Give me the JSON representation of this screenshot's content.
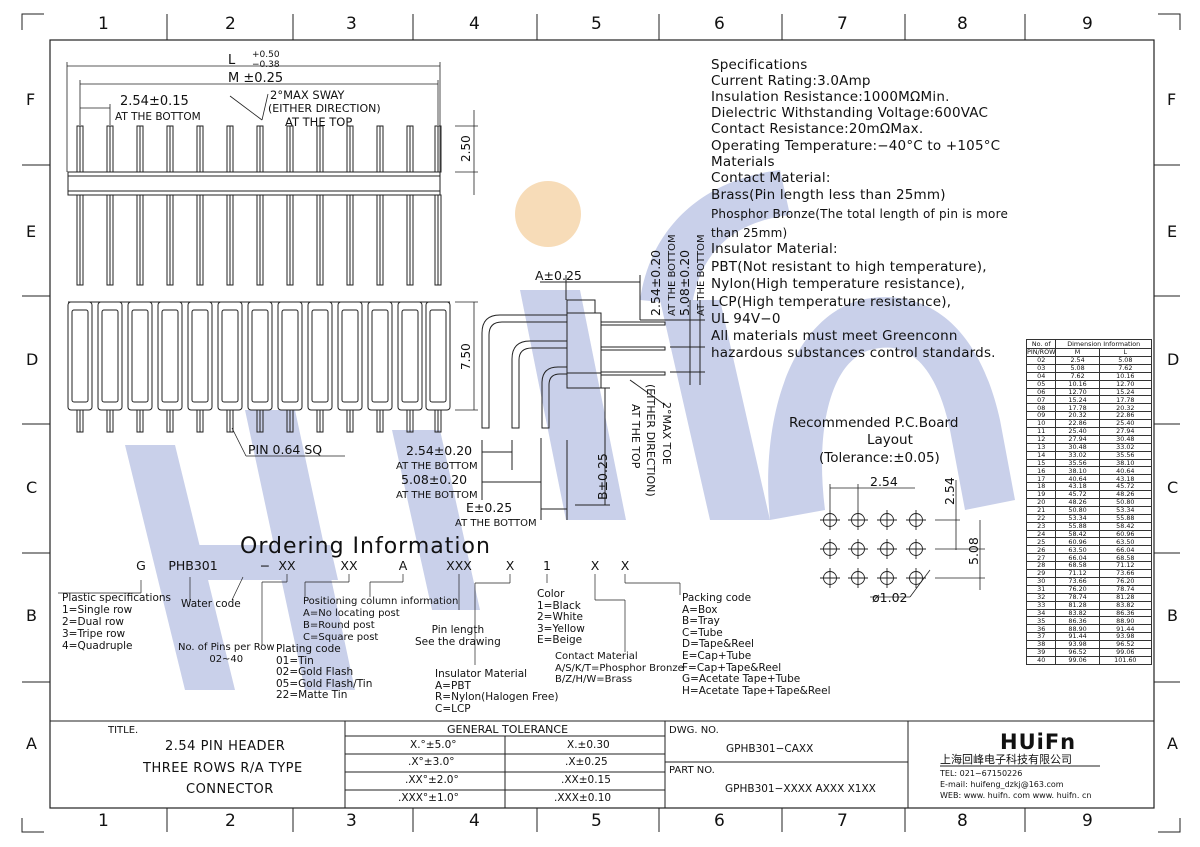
{
  "border": {
    "cols": [
      "1",
      "2",
      "3",
      "4",
      "5",
      "6",
      "7",
      "8",
      "9"
    ],
    "rows": [
      "F",
      "E",
      "D",
      "C",
      "B",
      "A"
    ]
  },
  "watermark": {
    "text": "HUiFn",
    "colors": {
      "blue": "#c9d0ea",
      "orange": "#f7dcb8"
    }
  },
  "front_view": {
    "dim_L": "L",
    "dim_L_tol_plus": "+0.50",
    "dim_L_tol_minus": "−0.38",
    "dim_M": "M ±0.25",
    "dim_pitch": "2.54±0.15",
    "pitch_note": "AT THE BOTTOM",
    "sway_1": "2°MAX  SWAY",
    "sway_2": "(EITHER DIRECTION)",
    "sway_3": "AT THE TOP",
    "dim_250": "2.50",
    "dim_750": "7.50",
    "pin_note": "PIN 0.64 SQ"
  },
  "side_view": {
    "dim_A": "A±0.25",
    "v_254": "2.54±0.20",
    "v_bottom1": "AT THE BOTTOM",
    "v_508": "5.08±0.20",
    "v_bottom2": "AT THE BOTTOM",
    "h_254": "2.54±0.20",
    "h_bottom1": "AT THE BOTTOM",
    "h_508": "5.08±0.20",
    "h_bottom2": "AT THE BOTTOM",
    "h_E": "E±0.25",
    "h_bottom3": "AT THE BOTTOM",
    "dim_B": "B±0.25",
    "toe_1": "2°MAX  TOE",
    "toe_2": "(EITHER DIRECTION)",
    "toe_3": "AT THE TOP"
  },
  "specs": [
    "Specifications",
    "Current  Rating:3.0Amp",
    "Insulation  Resistance:1000MΩMin.",
    "Dielectric  Withstanding  Voltage:600VAC",
    "Contact  Resistance:20mΩMax.",
    "Operating  Temperature:−40°C  to  +105°C",
    "Materials",
    "Contact  Material:",
    "Brass(Pin  length  less  than  25mm)",
    "Phosphor Bronze(The total length of pin is more",
    "than 25mm)",
    "Insulator  Material:",
    "PBT(Not  resistant  to  high  temperature),",
    "Nylon(High  temperature  resistance),",
    "LCP(High  temperature  resistance),",
    "UL  94V−0",
    "All  materials  must  meet  Greenconn",
    "hazardous  substances  control  standards."
  ],
  "pcb": {
    "title_1": "Recommended  P.C.Board",
    "title_2": "Layout",
    "title_3": "(Tolerance:±0.05)",
    "dim_h": "2.54",
    "dim_v1": "2.54",
    "dim_v2": "5.08",
    "dim_hole": "ø1.02"
  },
  "dim_table": {
    "head_1": "No. of",
    "head_2": "Dimension  Information",
    "head_3": "PIN/ROW",
    "head_m": "M",
    "head_l": "L",
    "rows": [
      [
        "02",
        "2.54",
        "5.08"
      ],
      [
        "03",
        "5.08",
        "7.62"
      ],
      [
        "04",
        "7.62",
        "10.16"
      ],
      [
        "05",
        "10.16",
        "12.70"
      ],
      [
        "06",
        "12.70",
        "15.24"
      ],
      [
        "07",
        "15.24",
        "17.78"
      ],
      [
        "08",
        "17.78",
        "20.32"
      ],
      [
        "09",
        "20.32",
        "22.86"
      ],
      [
        "10",
        "22.86",
        "25.40"
      ],
      [
        "11",
        "25.40",
        "27.94"
      ],
      [
        "12",
        "27.94",
        "30.48"
      ],
      [
        "13",
        "30.48",
        "33.02"
      ],
      [
        "14",
        "33.02",
        "35.56"
      ],
      [
        "15",
        "35.56",
        "38.10"
      ],
      [
        "16",
        "38.10",
        "40.64"
      ],
      [
        "17",
        "40.64",
        "43.18"
      ],
      [
        "18",
        "43.18",
        "45.72"
      ],
      [
        "19",
        "45.72",
        "48.26"
      ],
      [
        "20",
        "48.26",
        "50.80"
      ],
      [
        "21",
        "50.80",
        "53.34"
      ],
      [
        "22",
        "53.34",
        "55.88"
      ],
      [
        "23",
        "55.88",
        "58.42"
      ],
      [
        "24",
        "58.42",
        "60.96"
      ],
      [
        "25",
        "60.96",
        "63.50"
      ],
      [
        "26",
        "63.50",
        "66.04"
      ],
      [
        "27",
        "66.04",
        "68.58"
      ],
      [
        "28",
        "68.58",
        "71.12"
      ],
      [
        "29",
        "71.12",
        "73.66"
      ],
      [
        "30",
        "73.66",
        "76.20"
      ],
      [
        "31",
        "76.20",
        "78.74"
      ],
      [
        "32",
        "78.74",
        "81.28"
      ],
      [
        "33",
        "81.28",
        "83.82"
      ],
      [
        "34",
        "83.82",
        "86.36"
      ],
      [
        "35",
        "86.36",
        "88.90"
      ],
      [
        "36",
        "88.90",
        "91.44"
      ],
      [
        "37",
        "91.44",
        "93.98"
      ],
      [
        "38",
        "93.98",
        "96.52"
      ],
      [
        "39",
        "96.52",
        "99.06"
      ],
      [
        "40",
        "99.06",
        "101.60"
      ]
    ]
  },
  "ordering": {
    "title": "Ordering  Information",
    "code": [
      "G",
      "PHB301",
      "−",
      "XX",
      "XX",
      "A",
      "XXX",
      "X",
      "1",
      "X",
      "X"
    ],
    "plastic": [
      "Plastic  specifications",
      "1=Single  row",
      "2=Dual  row",
      "3=Tripe  row",
      "4=Quadruple"
    ],
    "water": "Water  code",
    "pins": [
      "No. of Pins per Row",
      "02~40"
    ],
    "position": [
      "Positioning  column  information",
      "A=No  locating  post",
      "B=Round  post",
      "C=Square  post"
    ],
    "plating": [
      "Plating  code",
      "01=Tin",
      "02=Gold  Flash",
      "05=Gold  Flash/Tin",
      "22=Matte  Tin"
    ],
    "pinlen": [
      "Pin  length",
      "See  the  drawing"
    ],
    "insulator": [
      "Insulator  Material",
      "A=PBT",
      "R=Nylon(Halogen  Free)",
      "C=LCP"
    ],
    "color": [
      "Color",
      "1=Black",
      "2=White",
      "3=Yellow",
      "E=Beige"
    ],
    "contact": [
      "Contact  Material",
      "A/S/K/T=Phosphor  Bronze",
      "B/Z/H/W=Brass"
    ],
    "packing": [
      "Packing  code",
      "A=Box",
      "B=Tray",
      "C=Tube",
      "D=Tape&Reel",
      "E=Cap+Tube",
      "F=Cap+Tape&Reel",
      "G=Acetate  Tape+Tube",
      "H=Acetate  Tape+Tape&Reel"
    ]
  },
  "title_block": {
    "title_label": "TITLE.",
    "title_lines": [
      "2.54  PIN  HEADER",
      "THREE  ROWS  R/A  TYPE",
      "CONNECTOR"
    ],
    "tolerance_header": "GENERAL  TOLERANCE",
    "tolerance_rows": [
      [
        "X.°±5.0°",
        "X.±0.30"
      ],
      [
        ".X°±3.0°",
        ".X±0.25"
      ],
      [
        ".XX°±2.0°",
        ".XX±0.15"
      ],
      [
        ".XXX°±1.0°",
        ".XXX±0.10"
      ]
    ],
    "dwg_label": "DWG. NO.",
    "dwg_no": "GPHB301−CAXX",
    "part_label": "PART NO.",
    "part_no": "GPHB301−XXXX  AXXX  X1XX",
    "logo": "HUiFn",
    "company": "上海回峰电子科技有限公司",
    "tel": "TEL: 021−67150226",
    "email": "E-mail: huifeng_dzkj@163.com",
    "web": "WEB: www. huifn. com   www. huifn. cn"
  }
}
